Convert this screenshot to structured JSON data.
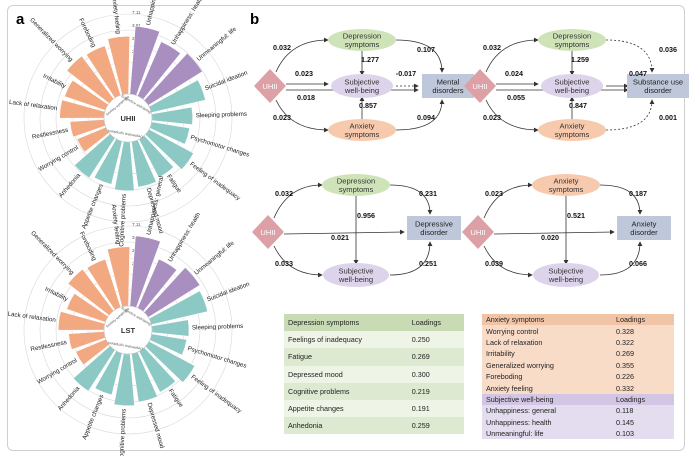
{
  "panel_a": {
    "letter": "a",
    "tick_labels": [
      "7.11",
      "3.81",
      "2.63",
      "2.01",
      "1.63",
      "1.37"
    ],
    "charts": [
      {
        "center_label": "UHII",
        "inner_labels": [
          "Anxiety symptoms",
          "Subjective well-being",
          "Depressive symptoms"
        ],
        "items": [
          {
            "label": "Unhappiness: general",
            "group": "wellbeing",
            "value": 0.92
          },
          {
            "label": "Unhappiness: health",
            "group": "wellbeing",
            "value": 0.8
          },
          {
            "label": "Unmeaningful: life",
            "group": "wellbeing",
            "value": 0.86
          },
          {
            "label": "Suicidal ideation",
            "group": "depression",
            "value": 0.75
          },
          {
            "label": "Sleeping problems",
            "group": "depression",
            "value": 0.55
          },
          {
            "label": "Psychomotor changes",
            "group": "depression",
            "value": 0.52
          },
          {
            "label": "Feeling of inadequacy",
            "group": "depression",
            "value": 0.68
          },
          {
            "label": "Fatigue",
            "group": "depression",
            "value": 0.58
          },
          {
            "label": "Depressed mood",
            "group": "depression",
            "value": 0.62
          },
          {
            "label": "Cognitive problems",
            "group": "depression",
            "value": 0.66
          },
          {
            "label": "Appetite changes",
            "group": "depression",
            "value": 0.6
          },
          {
            "label": "Anhedonia",
            "group": "depression",
            "value": 0.64
          },
          {
            "label": "Worrying control",
            "group": "anxiety",
            "value": 0.42
          },
          {
            "label": "Restlessness",
            "group": "anxiety",
            "value": 0.46
          },
          {
            "label": "Lack of relaxation",
            "group": "anxiety",
            "value": 0.6
          },
          {
            "label": "Irritability",
            "group": "anxiety",
            "value": 0.58
          },
          {
            "label": "Generalized worrying",
            "group": "anxiety",
            "value": 0.72
          },
          {
            "label": "Foreboding",
            "group": "anxiety",
            "value": 0.7
          },
          {
            "label": "Anxiety feeling",
            "group": "anxiety",
            "value": 0.78
          }
        ]
      },
      {
        "center_label": "LST",
        "inner_labels": [
          "Anxiety symptoms",
          "Subjective well-being",
          "Depressive symptoms"
        ],
        "items": [
          {
            "label": "Unhappiness: general",
            "group": "wellbeing",
            "value": 0.95
          },
          {
            "label": "Unhappiness: health",
            "group": "wellbeing",
            "value": 0.72
          },
          {
            "label": "Unmeaningful: life",
            "group": "wellbeing",
            "value": 0.82
          },
          {
            "label": "Suicidal ideation",
            "group": "depression",
            "value": 0.78
          },
          {
            "label": "Sleeping problems",
            "group": "depression",
            "value": 0.5
          },
          {
            "label": "Psychomotor changes",
            "group": "depression",
            "value": 0.48
          },
          {
            "label": "Feeling of inadequacy",
            "group": "depression",
            "value": 0.7
          },
          {
            "label": "Fatigue",
            "group": "depression",
            "value": 0.62
          },
          {
            "label": "Depressed mood",
            "group": "depression",
            "value": 0.66
          },
          {
            "label": "Cognitive problems",
            "group": "depression",
            "value": 0.7
          },
          {
            "label": "Appetite changes",
            "group": "depression",
            "value": 0.58
          },
          {
            "label": "Anhedonia",
            "group": "depression",
            "value": 0.66
          },
          {
            "label": "Worrying control",
            "group": "anxiety",
            "value": 0.44
          },
          {
            "label": "Restlessness",
            "group": "anxiety",
            "value": 0.48
          },
          {
            "label": "Lack of relaxation",
            "group": "anxiety",
            "value": 0.62
          },
          {
            "label": "Irritability",
            "group": "anxiety",
            "value": 0.55
          },
          {
            "label": "Generalized worrying",
            "group": "anxiety",
            "value": 0.7
          },
          {
            "label": "Foreboding",
            "group": "anxiety",
            "value": 0.68
          },
          {
            "label": "Anxiety feeling",
            "group": "anxiety",
            "value": 0.8
          }
        ]
      }
    ]
  },
  "panel_b": {
    "letter": "b",
    "diagrams": [
      {
        "nodes": {
          "exposure": "UHII",
          "dep": "Depression symptoms",
          "swb": "Subjective well-being",
          "anx": "Anxiety symptoms",
          "outcome": "Mental disorders"
        },
        "coef": {
          "exp_dep": "0.032",
          "dep_out": "0.107",
          "exp_swb": "0.023",
          "swb_out": "-0.017",
          "dep_swb": "1.277",
          "exp_out": "0.018",
          "anx_swb": "0.857",
          "exp_anx": "0.023",
          "anx_out": "0.094"
        }
      },
      {
        "nodes": {
          "exposure": "UHII",
          "dep": "Depression symptoms",
          "swb": "Subjective well-being",
          "anx": "Anxiety symptoms",
          "outcome": "Substance use disorder"
        },
        "coef": {
          "exp_dep": "0.032",
          "dep_out": "0.036",
          "exp_swb": "0.024",
          "swb_out": "0.047",
          "dep_swb": "1.259",
          "exp_out": "0.055",
          "anx_swb": "0.847",
          "exp_anx": "0.023",
          "anx_out": "0.001"
        }
      },
      {
        "nodes": {
          "exposure": "UHII",
          "mid_top": "Depression symptoms",
          "mid_bottom": "Subjective well-being",
          "outcome": "Depressive disorder"
        },
        "coef": {
          "exp_top": "0.032",
          "top_out": "0.231",
          "top_bottom": "0.956",
          "exp_out": "0.021",
          "exp_bottom": "0.033",
          "bottom_out": "0.251"
        }
      },
      {
        "nodes": {
          "exposure": "UHII",
          "mid_top": "Anxiety symptoms",
          "mid_bottom": "Subjective well-being",
          "outcome": "Anxiety disorder"
        },
        "coef": {
          "exp_top": "0.023",
          "top_out": "0.187",
          "top_bottom": "0.521",
          "exp_out": "0.020",
          "exp_bottom": "0.039",
          "bottom_out": "0.066"
        }
      }
    ],
    "table_depression": {
      "header": [
        "Depression symptoms",
        "Loadings"
      ],
      "rows": [
        [
          "Feelings of inadequacy",
          "0.250"
        ],
        [
          "Fatigue",
          "0.269"
        ],
        [
          "Depressed mood",
          "0.300"
        ],
        [
          "Cognitive problems",
          "0.219"
        ],
        [
          "Appetite changes",
          "0.191"
        ],
        [
          "Anhedonia",
          "0.259"
        ]
      ]
    },
    "table_anxiety": {
      "header": [
        "Anxiety symptoms",
        "Loadings"
      ],
      "rows": [
        [
          "Worrying control",
          "0.328"
        ],
        [
          "Lack of relaxation",
          "0.322"
        ],
        [
          "Irritability",
          "0.269"
        ],
        [
          "Generalized worrying",
          "0.355"
        ],
        [
          "Foreboding",
          "0.226"
        ],
        [
          "Anxiety feeling",
          "0.332"
        ]
      ],
      "header2": [
        "Subjective well-being",
        "Loadings"
      ],
      "rows2": [
        [
          "Unhappiness: general",
          "0.118"
        ],
        [
          "Unhappiness: health",
          "0.145"
        ],
        [
          "Unmeaningful: life",
          "0.103"
        ]
      ]
    }
  },
  "colors": {
    "anxiety": "#f2a880",
    "depression": "#8cc9c4",
    "wellbeing": "#a98fbf",
    "dep_node": "#cfe3b8",
    "anx_node": "#f7c9ad",
    "swb_node": "#ddd3ea",
    "exp_node": "#dca0a6",
    "out_node": "#bfc7da",
    "table_green": "#dde9d0",
    "table_green_dark": "#c8dbb4",
    "table_orange": "#f9dcc8",
    "table_orange_dark": "#f2c4a6",
    "table_purple": "#e4dcef",
    "table_purple_dark": "#d3c6e4"
  }
}
